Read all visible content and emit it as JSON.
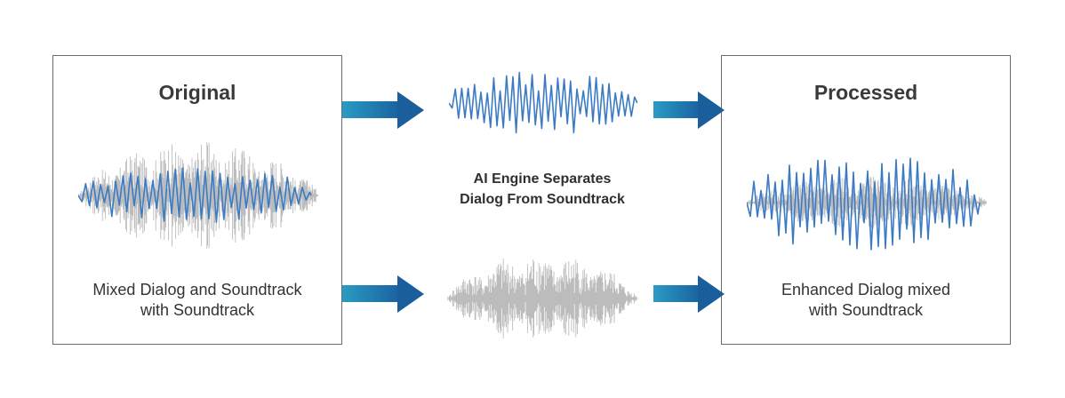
{
  "original": {
    "title": "Original",
    "caption_line1": "Mixed Dialog and Soundtrack",
    "caption_line2": "with Soundtrack"
  },
  "engine": {
    "line1": "AI Engine Separates",
    "line2": "Dialog From Soundtrack"
  },
  "processed": {
    "title": "Processed",
    "caption_line1": "Enhanced Dialog mixed",
    "caption_line2": "with Soundtrack"
  },
  "colors": {
    "dialog_wave": "#3b7bc4",
    "soundtrack_wave": "#bcbcbc",
    "arrow": "#1e6fa6",
    "border": "#6b6b6b"
  }
}
